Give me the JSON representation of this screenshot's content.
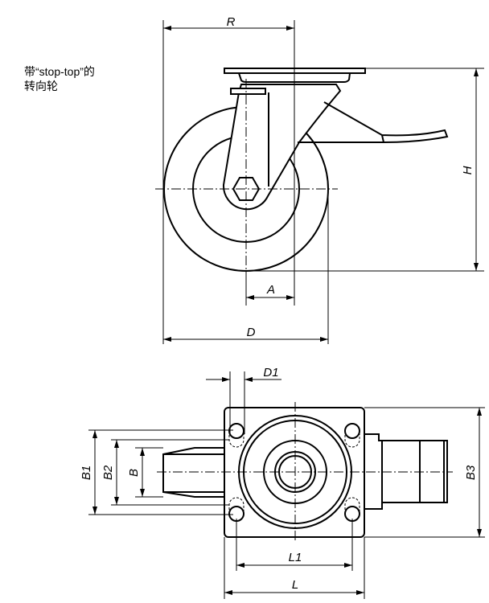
{
  "caption": {
    "line1": "带“stop-top”的",
    "line2": "转向轮"
  },
  "side_view": {
    "labels": {
      "R": "R",
      "H": "H",
      "A": "A",
      "D": "D"
    }
  },
  "top_view": {
    "labels": {
      "D1": "D1",
      "B1": "B1",
      "B2": "B2",
      "B": "B",
      "B3": "B3",
      "L1": "L1",
      "L": "L"
    }
  }
}
